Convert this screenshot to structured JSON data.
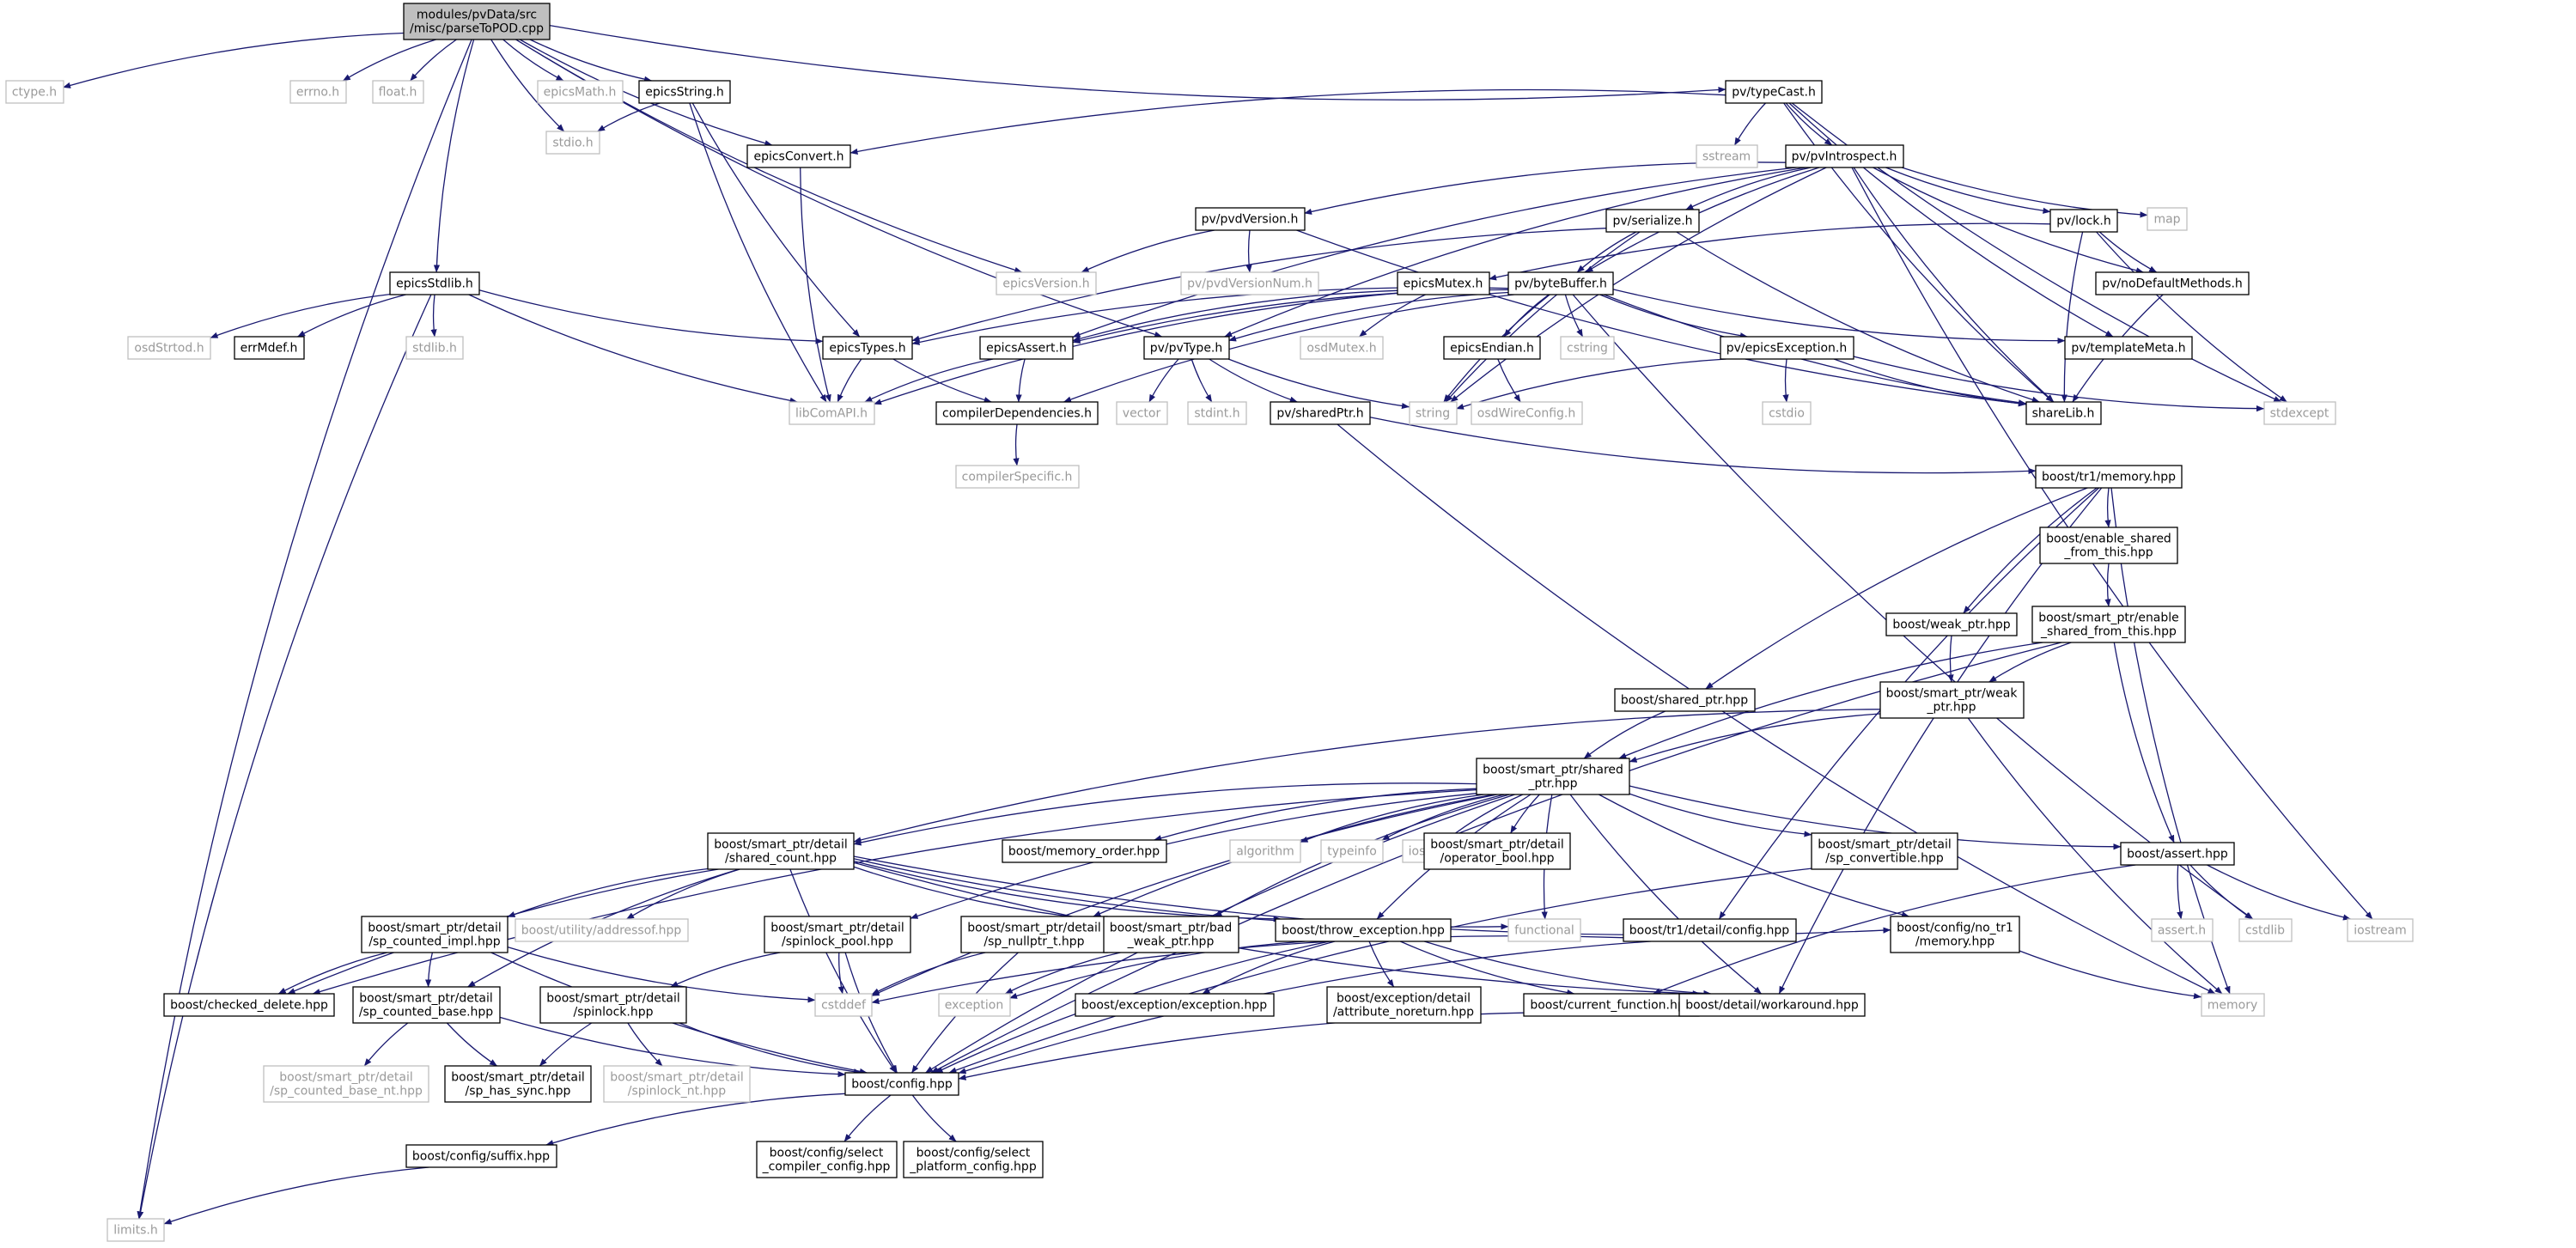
{
  "colors": {
    "edge": "#191970",
    "root_fill": "#bfbfbf",
    "documented_border": "#000000",
    "external_border": "#bfbfbf",
    "external_text": "#9a9a9a"
  },
  "nodes": [
    {
      "id": "root",
      "kind": "root",
      "lines": [
        "modules/pvData/src",
        "/misc/parseToPOD.cpp"
      ]
    },
    {
      "id": "ctype",
      "kind": "ext",
      "lines": [
        "ctype.h"
      ]
    },
    {
      "id": "errno",
      "kind": "ext",
      "lines": [
        "errno.h"
      ]
    },
    {
      "id": "float",
      "kind": "ext",
      "lines": [
        "float.h"
      ]
    },
    {
      "id": "limits",
      "kind": "ext",
      "lines": [
        "limits.h"
      ]
    },
    {
      "id": "stdio",
      "kind": "ext",
      "lines": [
        "stdio.h"
      ]
    },
    {
      "id": "epicsMath",
      "kind": "ext",
      "lines": [
        "epicsMath.h"
      ]
    },
    {
      "id": "epicsString",
      "kind": "doc",
      "lines": [
        "epicsString.h"
      ]
    },
    {
      "id": "epicsConvert",
      "kind": "doc",
      "lines": [
        "epicsConvert.h"
      ]
    },
    {
      "id": "epicsStdlib",
      "kind": "doc",
      "lines": [
        "epicsStdlib.h"
      ]
    },
    {
      "id": "epicsVersion",
      "kind": "ext",
      "lines": [
        "epicsVersion.h"
      ]
    },
    {
      "id": "typeCast",
      "kind": "doc",
      "lines": [
        "pv/typeCast.h"
      ]
    },
    {
      "id": "sstream",
      "kind": "ext",
      "lines": [
        "sstream"
      ]
    },
    {
      "id": "pvIntrospect",
      "kind": "doc",
      "lines": [
        "pv/pvIntrospect.h"
      ]
    },
    {
      "id": "pvdVersion",
      "kind": "doc",
      "lines": [
        "pv/pvdVersion.h"
      ]
    },
    {
      "id": "pvdVersionNum",
      "kind": "ext",
      "lines": [
        "pv/pvdVersionNum.h"
      ]
    },
    {
      "id": "serialize",
      "kind": "doc",
      "lines": [
        "pv/serialize.h"
      ]
    },
    {
      "id": "lock",
      "kind": "doc",
      "lines": [
        "pv/lock.h"
      ]
    },
    {
      "id": "map",
      "kind": "ext",
      "lines": [
        "map"
      ]
    },
    {
      "id": "noDefaultMethods",
      "kind": "doc",
      "lines": [
        "pv/noDefaultMethods.h"
      ]
    },
    {
      "id": "osdStrtod",
      "kind": "ext",
      "lines": [
        "osdStrtod.h"
      ]
    },
    {
      "id": "errMdef",
      "kind": "doc",
      "lines": [
        "errMdef.h"
      ]
    },
    {
      "id": "stdlib",
      "kind": "ext",
      "lines": [
        "stdlib.h"
      ]
    },
    {
      "id": "epicsTypes",
      "kind": "doc",
      "lines": [
        "epicsTypes.h"
      ]
    },
    {
      "id": "epicsMutex",
      "kind": "doc",
      "lines": [
        "epicsMutex.h"
      ]
    },
    {
      "id": "byteBuffer",
      "kind": "doc",
      "lines": [
        "pv/byteBuffer.h"
      ]
    },
    {
      "id": "epicsAssert",
      "kind": "doc",
      "lines": [
        "epicsAssert.h"
      ]
    },
    {
      "id": "pvType",
      "kind": "doc",
      "lines": [
        "pv/pvType.h"
      ]
    },
    {
      "id": "osdMutex",
      "kind": "ext",
      "lines": [
        "osdMutex.h"
      ]
    },
    {
      "id": "epicsEndian",
      "kind": "doc",
      "lines": [
        "epicsEndian.h"
      ]
    },
    {
      "id": "cstring",
      "kind": "ext",
      "lines": [
        "cstring"
      ]
    },
    {
      "id": "epicsException",
      "kind": "doc",
      "lines": [
        "pv/epicsException.h"
      ]
    },
    {
      "id": "templateMeta",
      "kind": "doc",
      "lines": [
        "pv/templateMeta.h"
      ]
    },
    {
      "id": "libComAPI",
      "kind": "ext",
      "lines": [
        "libComAPI.h"
      ]
    },
    {
      "id": "compilerDependencies",
      "kind": "doc",
      "lines": [
        "compilerDependencies.h"
      ]
    },
    {
      "id": "vector",
      "kind": "ext",
      "lines": [
        "vector"
      ]
    },
    {
      "id": "stdint",
      "kind": "ext",
      "lines": [
        "stdint.h"
      ]
    },
    {
      "id": "sharedPtr",
      "kind": "doc",
      "lines": [
        "pv/sharedPtr.h"
      ]
    },
    {
      "id": "string",
      "kind": "ext",
      "lines": [
        "string"
      ]
    },
    {
      "id": "osdWireConfig",
      "kind": "ext",
      "lines": [
        "osdWireConfig.h"
      ]
    },
    {
      "id": "cstdio",
      "kind": "ext",
      "lines": [
        "cstdio"
      ]
    },
    {
      "id": "shareLib",
      "kind": "doc",
      "lines": [
        "shareLib.h"
      ]
    },
    {
      "id": "stdexcept",
      "kind": "ext",
      "lines": [
        "stdexcept"
      ]
    },
    {
      "id": "compilerSpecific",
      "kind": "ext",
      "lines": [
        "compilerSpecific.h"
      ]
    },
    {
      "id": "tr1memory",
      "kind": "doc",
      "lines": [
        "boost/tr1/memory.hpp"
      ]
    },
    {
      "id": "enableSharedFromThis",
      "kind": "doc",
      "lines": [
        "boost/enable_shared",
        "_from_this.hpp"
      ]
    },
    {
      "id": "spEnableShared",
      "kind": "doc",
      "lines": [
        "boost/smart_ptr/enable",
        "_shared_from_this.hpp"
      ]
    },
    {
      "id": "weakPtr",
      "kind": "doc",
      "lines": [
        "boost/weak_ptr.hpp"
      ]
    },
    {
      "id": "spWeakPtr",
      "kind": "doc",
      "lines": [
        "boost/smart_ptr/weak",
        "_ptr.hpp"
      ]
    },
    {
      "id": "sharedPtrHpp",
      "kind": "doc",
      "lines": [
        "boost/shared_ptr.hpp"
      ]
    },
    {
      "id": "spSharedPtr",
      "kind": "doc",
      "lines": [
        "boost/smart_ptr/shared",
        "_ptr.hpp"
      ]
    },
    {
      "id": "sharedCount",
      "kind": "doc",
      "lines": [
        "boost/smart_ptr/detail",
        "/shared_count.hpp"
      ]
    },
    {
      "id": "memoryOrder",
      "kind": "doc",
      "lines": [
        "boost/memory_order.hpp"
      ]
    },
    {
      "id": "algorithm",
      "kind": "ext",
      "lines": [
        "algorithm"
      ]
    },
    {
      "id": "typeinfo",
      "kind": "ext",
      "lines": [
        "typeinfo"
      ]
    },
    {
      "id": "iosfwd",
      "kind": "ext",
      "lines": [
        "iosfwd"
      ]
    },
    {
      "id": "operatorBool",
      "kind": "doc",
      "lines": [
        "boost/smart_ptr/detail",
        "/operator_bool.hpp"
      ]
    },
    {
      "id": "spConvertible",
      "kind": "doc",
      "lines": [
        "boost/smart_ptr/detail",
        "/sp_convertible.hpp"
      ]
    },
    {
      "id": "assertHpp",
      "kind": "doc",
      "lines": [
        "boost/assert.hpp"
      ]
    },
    {
      "id": "spCountedImpl",
      "kind": "doc",
      "lines": [
        "boost/smart_ptr/detail",
        "/sp_counted_impl.hpp"
      ]
    },
    {
      "id": "addressof",
      "kind": "ext",
      "lines": [
        "boost/utility/addressof.hpp"
      ]
    },
    {
      "id": "spinlockPool",
      "kind": "doc",
      "lines": [
        "boost/smart_ptr/detail",
        "/spinlock_pool.hpp"
      ]
    },
    {
      "id": "spNullptr",
      "kind": "doc",
      "lines": [
        "boost/smart_ptr/detail",
        "/sp_nullptr_t.hpp"
      ]
    },
    {
      "id": "badWeakPtr",
      "kind": "doc",
      "lines": [
        "boost/smart_ptr/bad",
        "_weak_ptr.hpp"
      ]
    },
    {
      "id": "throwException",
      "kind": "doc",
      "lines": [
        "boost/throw_exception.hpp"
      ]
    },
    {
      "id": "functional",
      "kind": "ext",
      "lines": [
        "functional"
      ]
    },
    {
      "id": "tr1config",
      "kind": "doc",
      "lines": [
        "boost/tr1/detail/config.hpp"
      ]
    },
    {
      "id": "noTr1Memory",
      "kind": "doc",
      "lines": [
        "boost/config/no_tr1",
        "/memory.hpp"
      ]
    },
    {
      "id": "assertH",
      "kind": "ext",
      "lines": [
        "assert.h"
      ]
    },
    {
      "id": "cstdlib",
      "kind": "ext",
      "lines": [
        "cstdlib"
      ]
    },
    {
      "id": "iostream",
      "kind": "ext",
      "lines": [
        "iostream"
      ]
    },
    {
      "id": "checkedDelete",
      "kind": "doc",
      "lines": [
        "boost/checked_delete.hpp"
      ]
    },
    {
      "id": "spCountedBase",
      "kind": "doc",
      "lines": [
        "boost/smart_ptr/detail",
        "/sp_counted_base.hpp"
      ]
    },
    {
      "id": "spinlock",
      "kind": "doc",
      "lines": [
        "boost/smart_ptr/detail",
        "/spinlock.hpp"
      ]
    },
    {
      "id": "cstddef",
      "kind": "ext",
      "lines": [
        "cstddef"
      ]
    },
    {
      "id": "exception",
      "kind": "ext",
      "lines": [
        "exception"
      ]
    },
    {
      "id": "exceptionHpp",
      "kind": "doc",
      "lines": [
        "boost/exception/exception.hpp"
      ]
    },
    {
      "id": "attrNoreturn",
      "kind": "doc",
      "lines": [
        "boost/exception/detail",
        "/attribute_noreturn.hpp"
      ]
    },
    {
      "id": "currentFunction",
      "kind": "doc",
      "lines": [
        "boost/current_function.hpp"
      ]
    },
    {
      "id": "workaround",
      "kind": "doc",
      "lines": [
        "boost/detail/workaround.hpp"
      ]
    },
    {
      "id": "memory",
      "kind": "ext",
      "lines": [
        "memory"
      ]
    },
    {
      "id": "spCountedBaseNt",
      "kind": "ext",
      "lines": [
        "boost/smart_ptr/detail",
        "/sp_counted_base_nt.hpp"
      ]
    },
    {
      "id": "spHasSync",
      "kind": "doc",
      "lines": [
        "boost/smart_ptr/detail",
        "/sp_has_sync.hpp"
      ]
    },
    {
      "id": "spinlockNt",
      "kind": "ext",
      "lines": [
        "boost/smart_ptr/detail",
        "/spinlock_nt.hpp"
      ]
    },
    {
      "id": "configHpp",
      "kind": "doc",
      "lines": [
        "boost/config.hpp"
      ]
    },
    {
      "id": "suffix",
      "kind": "doc",
      "lines": [
        "boost/config/suffix.hpp"
      ]
    },
    {
      "id": "selectCompiler",
      "kind": "doc",
      "lines": [
        "boost/config/select",
        "_compiler_config.hpp"
      ]
    },
    {
      "id": "selectPlatform",
      "kind": "doc",
      "lines": [
        "boost/config/select",
        "_platform_config.hpp"
      ]
    }
  ],
  "edges": [
    [
      "root",
      "ctype"
    ],
    [
      "root",
      "errno"
    ],
    [
      "root",
      "float"
    ],
    [
      "root",
      "limits"
    ],
    [
      "root",
      "stdio"
    ],
    [
      "root",
      "epicsMath"
    ],
    [
      "root",
      "epicsString"
    ],
    [
      "root",
      "epicsConvert"
    ],
    [
      "root",
      "epicsStdlib"
    ],
    [
      "root",
      "epicsVersion"
    ],
    [
      "root",
      "typeCast"
    ],
    [
      "root",
      "pvType"
    ],
    [
      "epicsString",
      "stdio"
    ],
    [
      "epicsString",
      "libComAPI"
    ],
    [
      "epicsString",
      "epicsTypes"
    ],
    [
      "epicsConvert",
      "libComAPI"
    ],
    [
      "epicsStdlib",
      "osdStrtod"
    ],
    [
      "epicsStdlib",
      "errMdef"
    ],
    [
      "epicsStdlib",
      "stdlib"
    ],
    [
      "epicsStdlib",
      "limits"
    ],
    [
      "epicsStdlib",
      "epicsTypes"
    ],
    [
      "epicsStdlib",
      "libComAPI"
    ],
    [
      "typeCast",
      "sstream"
    ],
    [
      "typeCast",
      "epicsConvert"
    ],
    [
      "typeCast",
      "pvIntrospect"
    ],
    [
      "typeCast",
      "stdexcept"
    ],
    [
      "typeCast",
      "templateMeta"
    ],
    [
      "typeCast",
      "shareLib"
    ],
    [
      "pvIntrospect",
      "pvdVersion"
    ],
    [
      "pvIntrospect",
      "serialize"
    ],
    [
      "pvIntrospect",
      "lock"
    ],
    [
      "pvIntrospect",
      "map"
    ],
    [
      "pvIntrospect",
      "noDefaultMethods"
    ],
    [
      "pvIntrospect",
      "byteBuffer"
    ],
    [
      "pvIntrospect",
      "pvType"
    ],
    [
      "pvIntrospect",
      "epicsAssert"
    ],
    [
      "pvIntrospect",
      "shareLib"
    ],
    [
      "pvIntrospect",
      "iostream"
    ],
    [
      "pvIntrospect",
      "string"
    ],
    [
      "pvdVersion",
      "epicsVersion"
    ],
    [
      "pvdVersion",
      "pvdVersionNum"
    ],
    [
      "pvdVersion",
      "shareLib"
    ],
    [
      "serialize",
      "byteBuffer"
    ],
    [
      "serialize",
      "epicsTypes"
    ],
    [
      "serialize",
      "string"
    ],
    [
      "serialize",
      "shareLib"
    ],
    [
      "lock",
      "epicsMutex"
    ],
    [
      "lock",
      "noDefaultMethods"
    ],
    [
      "lock",
      "shareLib"
    ],
    [
      "lock",
      "stdexcept"
    ],
    [
      "noDefaultMethods",
      "shareLib"
    ],
    [
      "epicsTypes",
      "libComAPI"
    ],
    [
      "epicsTypes",
      "compilerDependencies"
    ],
    [
      "epicsMutex",
      "osdMutex"
    ],
    [
      "epicsMutex",
      "epicsAssert"
    ],
    [
      "epicsMutex",
      "libComAPI"
    ],
    [
      "byteBuffer",
      "epicsTypes"
    ],
    [
      "byteBuffer",
      "epicsAssert"
    ],
    [
      "byteBuffer",
      "pvType"
    ],
    [
      "byteBuffer",
      "epicsEndian"
    ],
    [
      "byteBuffer",
      "cstring"
    ],
    [
      "byteBuffer",
      "epicsException"
    ],
    [
      "byteBuffer",
      "templateMeta"
    ],
    [
      "byteBuffer",
      "shareLib"
    ],
    [
      "byteBuffer",
      "string"
    ],
    [
      "byteBuffer",
      "compilerDependencies"
    ],
    [
      "byteBuffer",
      "cstdlib"
    ],
    [
      "epicsAssert",
      "libComAPI"
    ],
    [
      "epicsAssert",
      "compilerDependencies"
    ],
    [
      "pvType",
      "vector"
    ],
    [
      "pvType",
      "stdint"
    ],
    [
      "pvType",
      "sharedPtr"
    ],
    [
      "pvType",
      "string"
    ],
    [
      "epicsEndian",
      "osdWireConfig"
    ],
    [
      "epicsException",
      "cstdio"
    ],
    [
      "epicsException",
      "string"
    ],
    [
      "epicsException",
      "shareLib"
    ],
    [
      "epicsException",
      "stdexcept"
    ],
    [
      "compilerDependencies",
      "compilerSpecific"
    ],
    [
      "sharedPtr",
      "tr1memory"
    ],
    [
      "sharedPtr",
      "memory"
    ],
    [
      "tr1memory",
      "enableSharedFromThis"
    ],
    [
      "tr1memory",
      "weakPtr"
    ],
    [
      "tr1memory",
      "sharedPtrHpp"
    ],
    [
      "tr1memory",
      "tr1config"
    ],
    [
      "tr1memory",
      "memory"
    ],
    [
      "tr1memory",
      "workaround"
    ],
    [
      "enableSharedFromThis",
      "spEnableShared"
    ],
    [
      "spEnableShared",
      "spWeakPtr"
    ],
    [
      "spEnableShared",
      "spSharedPtr"
    ],
    [
      "spEnableShared",
      "assertHpp"
    ],
    [
      "spEnableShared",
      "configHpp"
    ],
    [
      "weakPtr",
      "spWeakPtr"
    ],
    [
      "spWeakPtr",
      "spSharedPtr"
    ],
    [
      "spWeakPtr",
      "sharedCount"
    ],
    [
      "spWeakPtr",
      "memory"
    ],
    [
      "sharedPtrHpp",
      "spSharedPtr"
    ],
    [
      "spSharedPtr",
      "sharedCount"
    ],
    [
      "spSharedPtr",
      "memoryOrder"
    ],
    [
      "spSharedPtr",
      "algorithm"
    ],
    [
      "spSharedPtr",
      "typeinfo"
    ],
    [
      "spSharedPtr",
      "iosfwd"
    ],
    [
      "spSharedPtr",
      "operatorBool"
    ],
    [
      "spSharedPtr",
      "spConvertible"
    ],
    [
      "spSharedPtr",
      "assertHpp"
    ],
    [
      "spSharedPtr",
      "spinlockPool"
    ],
    [
      "spSharedPtr",
      "spNullptr"
    ],
    [
      "spSharedPtr",
      "badWeakPtr"
    ],
    [
      "spSharedPtr",
      "throwException"
    ],
    [
      "spSharedPtr",
      "functional"
    ],
    [
      "spSharedPtr",
      "checkedDelete"
    ],
    [
      "spSharedPtr",
      "cstddef"
    ],
    [
      "spSharedPtr",
      "noTr1Memory"
    ],
    [
      "spSharedPtr",
      "workaround"
    ],
    [
      "spSharedPtr",
      "configHpp"
    ],
    [
      "sharedCount",
      "spCountedImpl"
    ],
    [
      "sharedCount",
      "addressof"
    ],
    [
      "sharedCount",
      "badWeakPtr"
    ],
    [
      "sharedCount",
      "throwException"
    ],
    [
      "sharedCount",
      "functional"
    ],
    [
      "sharedCount",
      "checkedDelete"
    ],
    [
      "sharedCount",
      "spCountedBase"
    ],
    [
      "sharedCount",
      "noTr1Memory"
    ],
    [
      "sharedCount",
      "workaround"
    ],
    [
      "sharedCount",
      "configHpp"
    ],
    [
      "spConvertible",
      "configHpp"
    ],
    [
      "assertHpp",
      "assertH"
    ],
    [
      "assertHpp",
      "cstdlib"
    ],
    [
      "assertHpp",
      "iostream"
    ],
    [
      "assertHpp",
      "currentFunction"
    ],
    [
      "spCountedImpl",
      "checkedDelete"
    ],
    [
      "spCountedImpl",
      "spCountedBase"
    ],
    [
      "spCountedImpl",
      "cstddef"
    ],
    [
      "spCountedImpl",
      "configHpp"
    ],
    [
      "spinlockPool",
      "spinlock"
    ],
    [
      "spinlockPool",
      "cstddef"
    ],
    [
      "spinlockPool",
      "configHpp"
    ],
    [
      "spNullptr",
      "cstddef"
    ],
    [
      "spNullptr",
      "configHpp"
    ],
    [
      "badWeakPtr",
      "exception"
    ],
    [
      "throwException",
      "exception"
    ],
    [
      "throwException",
      "exceptionHpp"
    ],
    [
      "throwException",
      "attrNoreturn"
    ],
    [
      "throwException",
      "currentFunction"
    ],
    [
      "throwException",
      "workaround"
    ],
    [
      "throwException",
      "configHpp"
    ],
    [
      "tr1config",
      "cstddef"
    ],
    [
      "tr1config",
      "configHpp"
    ],
    [
      "noTr1Memory",
      "memory"
    ],
    [
      "spCountedBase",
      "spCountedBaseNt"
    ],
    [
      "spCountedBase",
      "spHasSync"
    ],
    [
      "spCountedBase",
      "configHpp"
    ],
    [
      "spinlock",
      "spinlockNt"
    ],
    [
      "spinlock",
      "spHasSync"
    ],
    [
      "spinlock",
      "configHpp"
    ],
    [
      "workaround",
      "configHpp"
    ],
    [
      "configHpp",
      "suffix"
    ],
    [
      "configHpp",
      "selectCompiler"
    ],
    [
      "configHpp",
      "selectPlatform"
    ],
    [
      "suffix",
      "limits"
    ]
  ]
}
